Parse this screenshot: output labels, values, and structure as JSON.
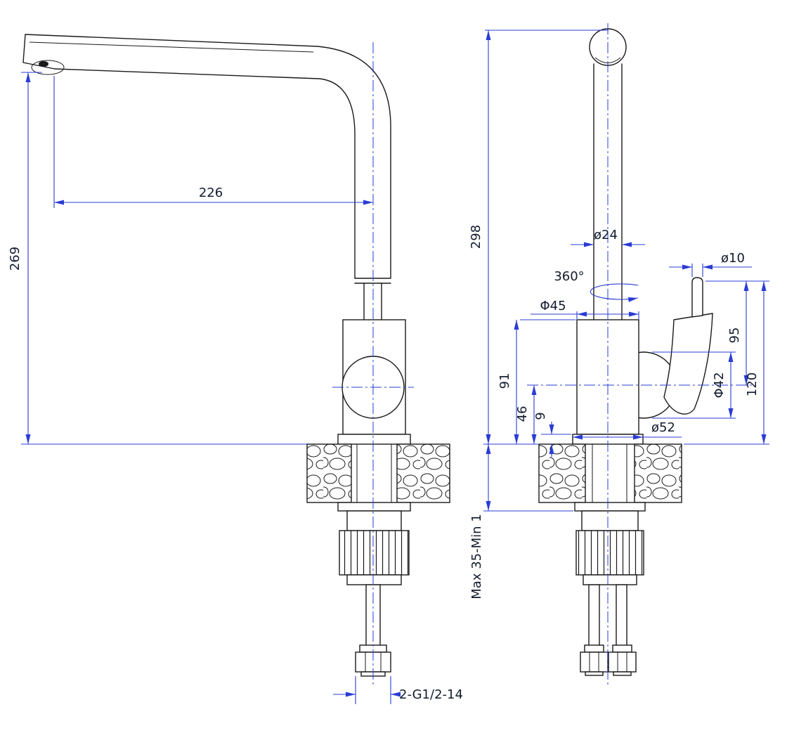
{
  "drawing": {
    "side_view": {
      "spout_reach": "226",
      "outlet_height": "269",
      "thread": "2-G1/2-14"
    },
    "front_view": {
      "overall_height": "298",
      "tube_diameter": "ø24",
      "swivel": "360°",
      "body_diameter": "Φ45",
      "stem_diameter": "ø10",
      "handle_top_to_joint": "95",
      "handle_top_to_deck": "120",
      "joint_diameter": "Φ42",
      "base_diameter": "ø52",
      "body_height": "91",
      "joint_center_height": "46",
      "flange_height": "9",
      "mounting_range": "Max 35-Min 1"
    }
  },
  "colors": {
    "dimension": "#2a3cd4",
    "line": "#1a1a1a"
  }
}
